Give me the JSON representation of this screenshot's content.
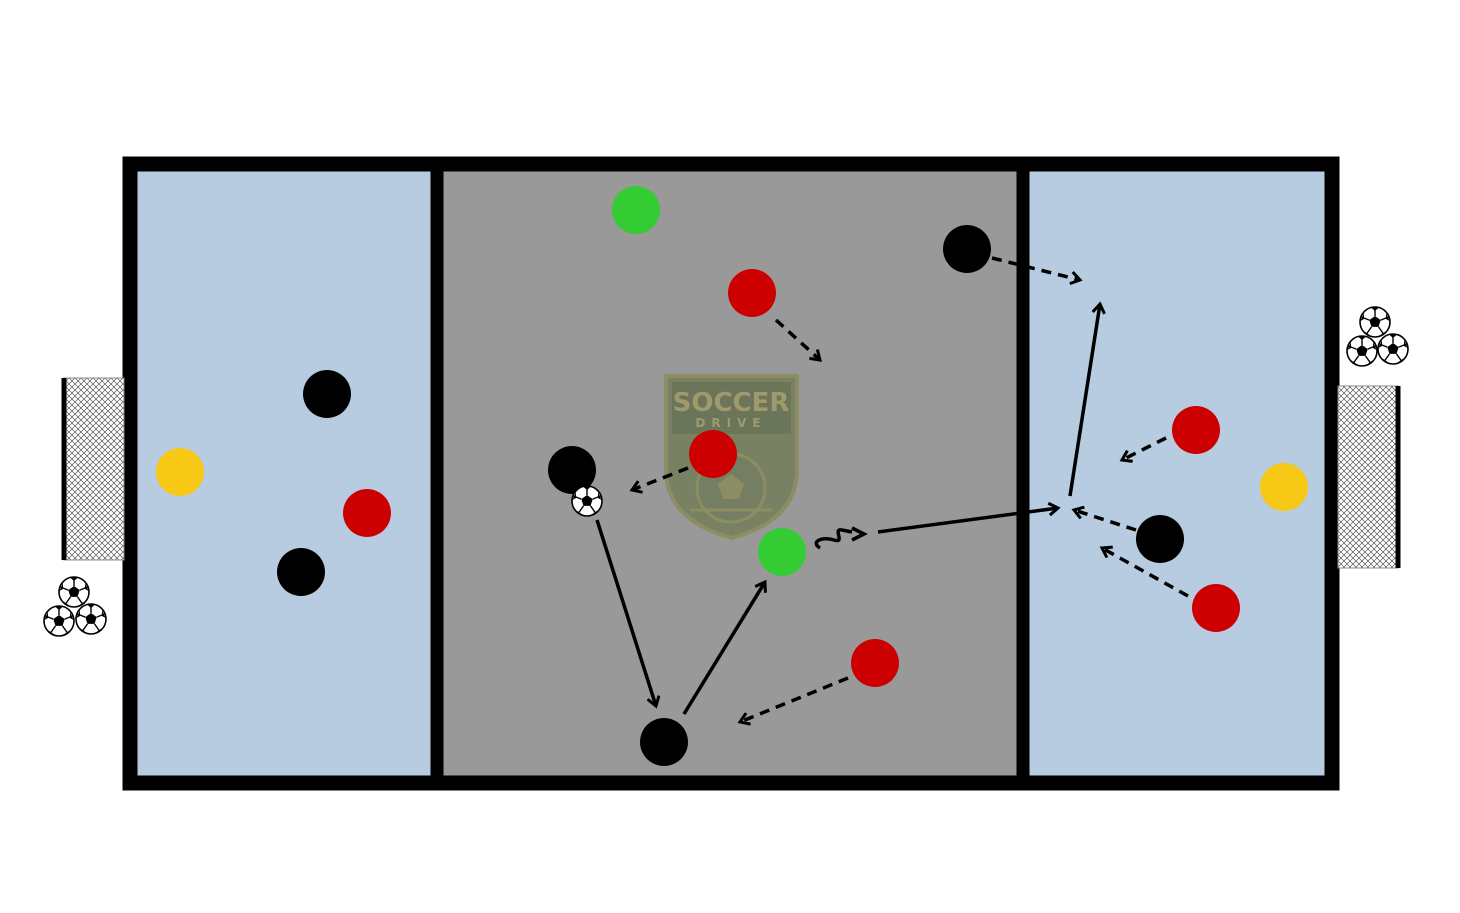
{
  "diagram": {
    "logo": {
      "line1": "SOCCER",
      "line2": "DRIVE"
    },
    "colors": {
      "background": "#ffffff",
      "border": "#000000",
      "end_zone": "#b7cce0",
      "middle_zone": "#999999",
      "team_black": "#000000",
      "team_red": "#cc0000",
      "neutral_green": "#33cc33",
      "goalkeeper_yellow": "#f7c816",
      "logo": "#8a8a52"
    },
    "legend_icons": [
      "soccer-ball-icon",
      "goal-net-icon",
      "solid-arrow-pass",
      "dashed-arrow-run",
      "dribble-squiggle"
    ]
  }
}
